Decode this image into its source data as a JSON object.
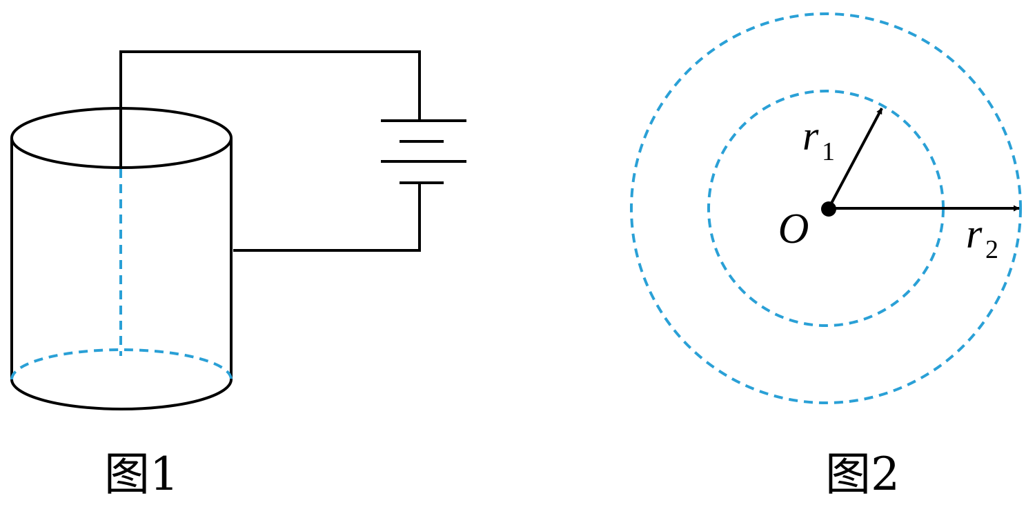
{
  "figure1": {
    "caption": "图1"
  },
  "figure2": {
    "caption": "图2",
    "center_label": "O",
    "radius1_label": {
      "symbol": "r",
      "subscript": "1"
    },
    "radius2_label": {
      "symbol": "r",
      "subscript": "2"
    }
  },
  "colors": {
    "dashed": "#2aa0d6",
    "stroke": "#000000"
  }
}
